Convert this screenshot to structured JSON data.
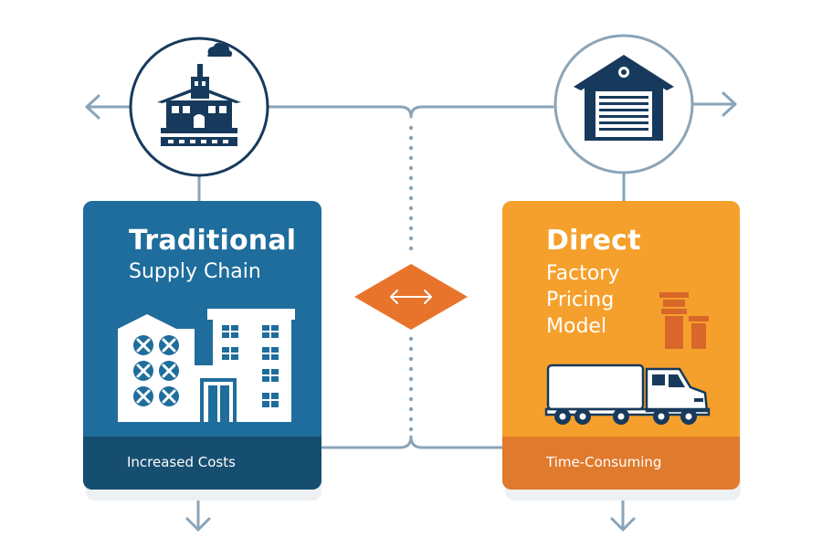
{
  "cards": {
    "traditional": {
      "title": "Traditional",
      "subtitle": "Supply Chain",
      "footer": "Increased Costs",
      "color": "#1f6d9c",
      "footer_color": "#164e70"
    },
    "direct": {
      "title": "Direct",
      "subtitle_lines": [
        "Factory",
        "Pricing",
        "Model"
      ],
      "footer": "Time-Consuming",
      "color": "#f5a02c",
      "footer_color": "#e07a2c"
    }
  },
  "colors": {
    "connector": "#8aa4b8",
    "navy": "#173a5c",
    "diamond": "#e8732b"
  },
  "icons": [
    "factory-icon",
    "warehouse-icon",
    "compare-arrows-icon",
    "truck-icon",
    "city-building-icon",
    "barrels-icon"
  ]
}
